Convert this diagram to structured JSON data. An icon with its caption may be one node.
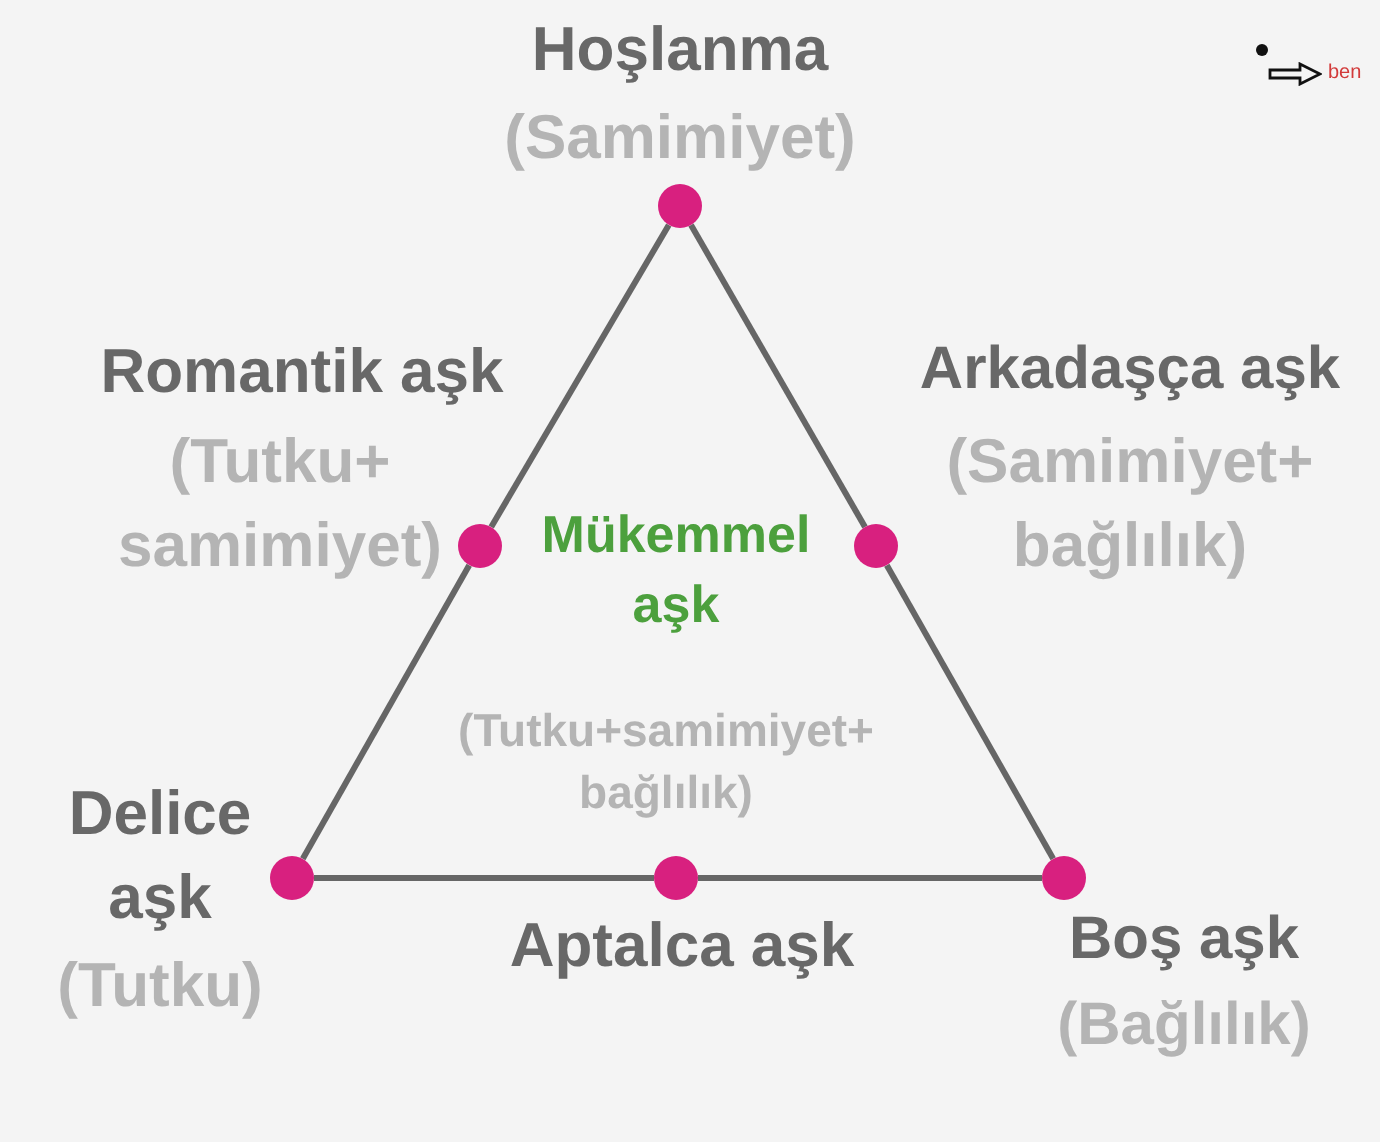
{
  "diagram": {
    "nodes": [
      {
        "text": [],
        "shape": "circle",
        "beside": [
          "Hoşlanma",
          "(Samimiyet)"
        ]
      },
      {
        "text": [],
        "shape": "circle",
        "beside": [
          "Romantik aşk",
          "(Tutku+ samimiyet)"
        ]
      },
      {
        "text": [],
        "shape": "circle",
        "beside": [
          "Arkadaşça aşk",
          "(Samimiyet+ bağlılık)"
        ]
      },
      {
        "text": [],
        "shape": "circle",
        "beside": [
          "Delice aşk",
          "(Tutku)"
        ]
      },
      {
        "text": [],
        "shape": "circle",
        "beside": [
          "Aptalca aşk"
        ]
      },
      {
        "text": [],
        "shape": "circle",
        "beside": [
          "Boş aşk",
          "(Bağlılık)"
        ]
      }
    ],
    "edges": [
      {
        "from": 0,
        "to": 1,
        "arrow": "none"
      },
      {
        "from": 1,
        "to": 3,
        "arrow": "none"
      },
      {
        "from": 0,
        "to": 2,
        "arrow": "none"
      },
      {
        "from": 2,
        "to": 5,
        "arrow": "none"
      },
      {
        "from": 3,
        "to": 4,
        "arrow": "none"
      },
      {
        "from": 4,
        "to": 5,
        "arrow": "none"
      }
    ],
    "labels": [
      "Mükemmel aşk",
      "(Tutku+samimiyet+ bağlılık)"
    ],
    "legend": [
      {
        "text": "ben"
      }
    ]
  }
}
